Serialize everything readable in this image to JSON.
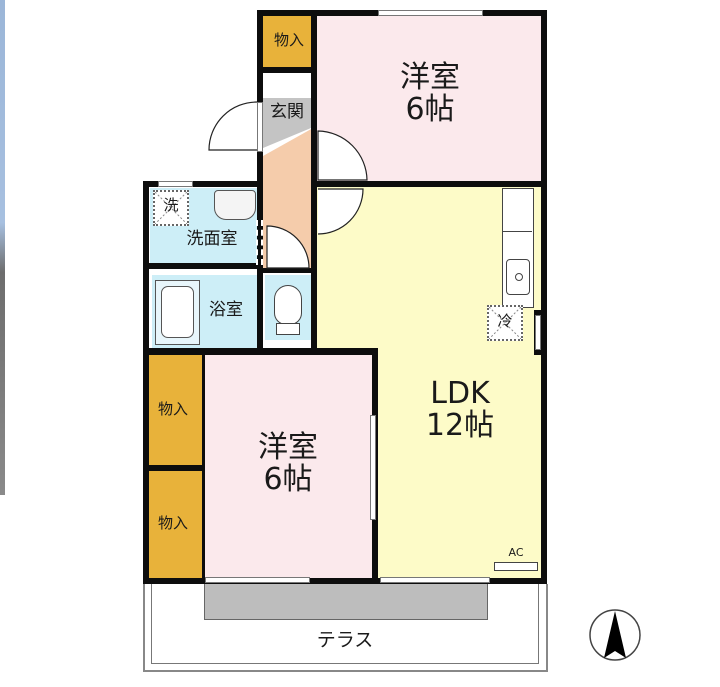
{
  "floor_plan": {
    "rooms": [
      {
        "id": "western-room-north",
        "name": "洋室",
        "size": "6帖",
        "color": "#fbe9ec"
      },
      {
        "id": "ldk",
        "name": "LDK",
        "size": "12帖",
        "color": "#fdfbc8"
      },
      {
        "id": "western-room-south",
        "name": "洋室",
        "size": "6帖",
        "color": "#fbe9ec"
      },
      {
        "id": "washroom",
        "name": "洗面室",
        "color": "#cdeef7"
      },
      {
        "id": "bathroom",
        "name": "浴室",
        "color": "#cdeef7"
      },
      {
        "id": "toilet",
        "name": "",
        "color": "#cdeef7"
      },
      {
        "id": "entrance",
        "name": "玄関",
        "color": "#c4c4c4"
      },
      {
        "id": "hallway",
        "name": "",
        "color": "#f5ccab"
      },
      {
        "id": "terrace",
        "name": "テラス",
        "color": "#ffffff"
      }
    ],
    "storage": [
      {
        "id": "closet-entrance",
        "label": "物入"
      },
      {
        "id": "closet-south-1",
        "label": "物入"
      },
      {
        "id": "closet-south-2",
        "label": "物入"
      }
    ],
    "fixtures": {
      "washer": "洗",
      "fridge": "冷",
      "aircon": "AC"
    },
    "compass": {
      "direction": "north",
      "icon": "north-arrow-icon"
    },
    "colors": {
      "wall": "#0d0d0d",
      "storage": "#e8b23a",
      "western": "#fbe9ec",
      "ldk": "#fdfbc8",
      "wet": "#cdeef7",
      "entrance": "#c4c4c4",
      "hallway": "#f5ccab",
      "terrace_deck": "#bdbdbd"
    }
  }
}
